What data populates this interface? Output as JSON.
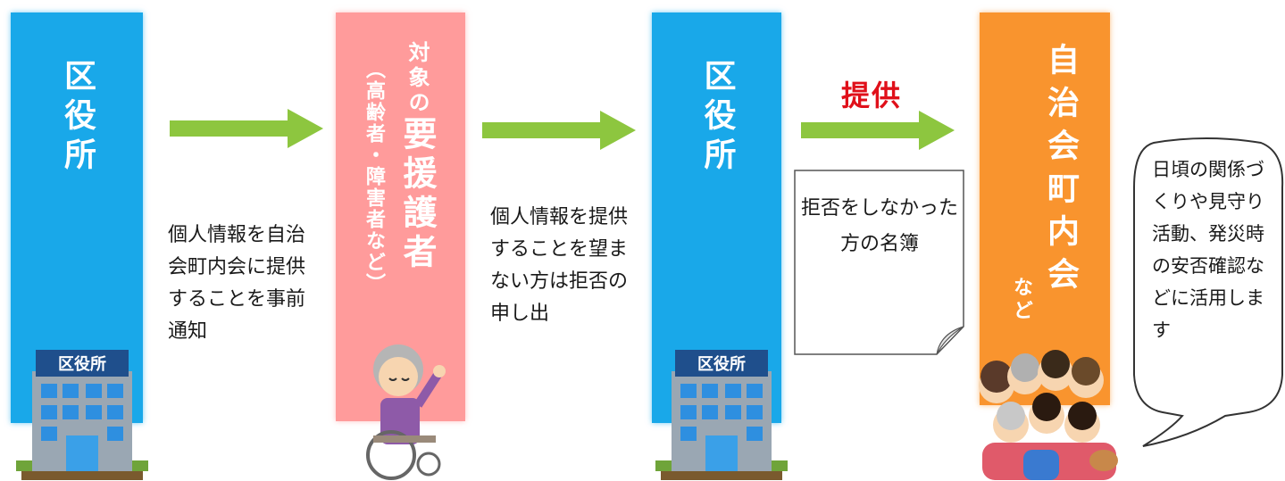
{
  "steps": {
    "ward_office_1": "区役所",
    "target_prefix": "対象の",
    "target_main": "要援護者",
    "target_note": "（高齢者・障害者など）",
    "ward_office_2": "区役所",
    "association_main": "自治会町内会",
    "association_suffix": "など"
  },
  "building_sign": "区役所",
  "notice_text": "個人情報を自治会町内会に提供することを事前通知",
  "refusal_text": "個人情報を提供することを望まない方は拒否の申し出",
  "provide_label": "提供",
  "list_note": "拒否をしなかった方の名簿",
  "speech_bubble": "日頃の関係づくりや見守り活動、発災時の安否確認などに活用します",
  "colors": {
    "office_blue": "#19a8e9",
    "target_pink": "#ff9b9b",
    "association_orange": "#f9942e",
    "arrow_green": "#8dc63f",
    "provide_red": "#e0101a"
  }
}
